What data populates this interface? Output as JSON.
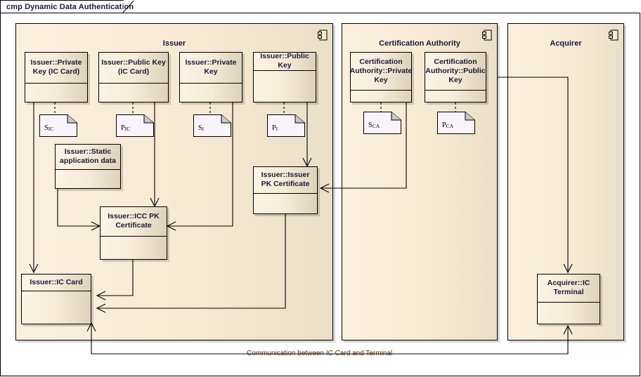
{
  "diagram": {
    "tab_label": "cmp Dynamic Data Authentication",
    "accent_color": "#1a1a3a",
    "package_fill": "#f7ead4",
    "component_fill": "#f6ecd9"
  },
  "packages": [
    {
      "name": "Issuer",
      "icon": "component-icon"
    },
    {
      "name": "Certification Authority",
      "icon": "component-icon"
    },
    {
      "name": "Acquirer",
      "icon": "component-icon"
    }
  ],
  "components": [
    {
      "id": "issuer-private-key-ic",
      "label": "Issuer::Private Key (IC Card)"
    },
    {
      "id": "issuer-public-key-ic",
      "label": "Issuer::Public Key (IC Card)"
    },
    {
      "id": "issuer-private-key",
      "label": "Issuer::Private Key"
    },
    {
      "id": "issuer-public-key",
      "label": "Issuer::Public Key"
    },
    {
      "id": "ca-private-key",
      "label": "Certification Authority::Private Key"
    },
    {
      "id": "ca-public-key",
      "label": "Certification Authority::Public Key"
    },
    {
      "id": "issuer-static-data",
      "label": "Issuer::Static application data"
    },
    {
      "id": "issuer-icc-pk-cert",
      "label": "Issuer::ICC PK Certificate"
    },
    {
      "id": "issuer-issuer-pk-cert",
      "label": "Issuer::Issuer PK Certificate"
    },
    {
      "id": "issuer-ic-card",
      "label": "Issuer::IC Card"
    },
    {
      "id": "acquirer-ic-terminal",
      "label": "Acquirer::IC Terminal"
    }
  ],
  "artifacts": [
    {
      "id": "artifact-s-ic",
      "base": "S",
      "sub": "IC"
    },
    {
      "id": "artifact-p-ic",
      "base": "P",
      "sub": "IC"
    },
    {
      "id": "artifact-s-i",
      "base": "S",
      "sub": "I"
    },
    {
      "id": "artifact-p-i",
      "base": "P",
      "sub": "I"
    },
    {
      "id": "artifact-s-ca",
      "base": "S",
      "sub": "CA"
    },
    {
      "id": "artifact-p-ca",
      "base": "P",
      "sub": "CA"
    }
  ],
  "connector_labels": {
    "communication": "Communication between IC Card and Terminal"
  }
}
